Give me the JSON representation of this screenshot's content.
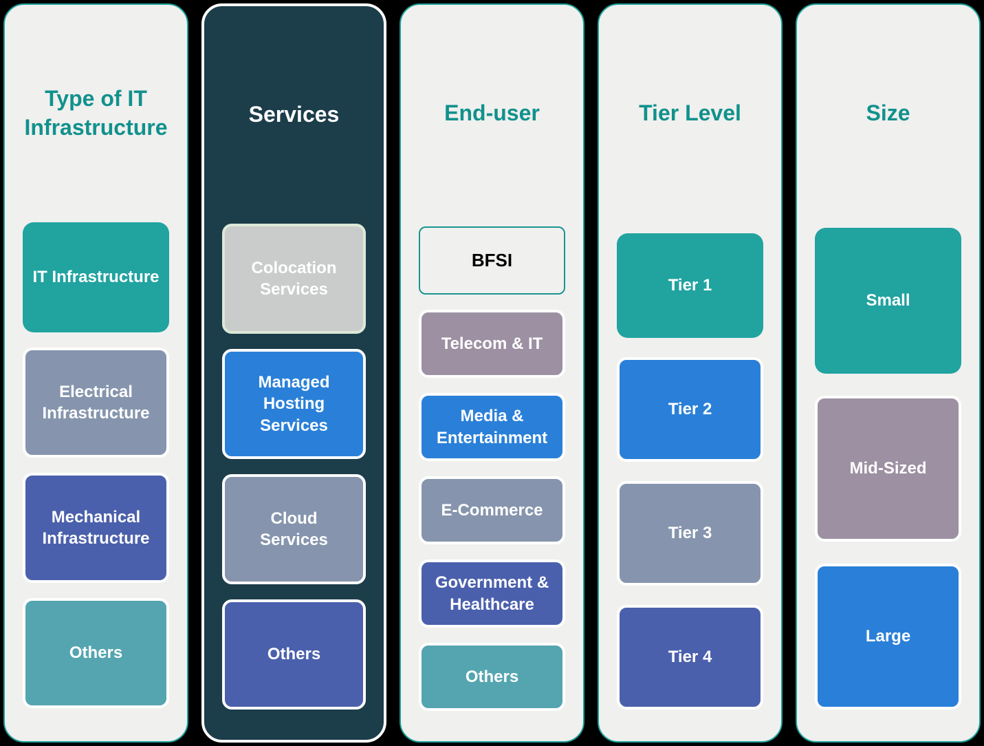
{
  "colors": {
    "page_bg": "#000000",
    "column_bg": "#F0F0EF",
    "column_border": "#1B9E96",
    "dark_column_bg": "#1C3D4A",
    "dark_column_border": "#FFFFFF",
    "title_teal": "#11918C",
    "dark_title": "#FFFFFF",
    "box_text": "#FFFFFF",
    "box_ring": "#FFFFFF",
    "teal": "#21A3A0",
    "blue": "#2A80D8",
    "gray_blue": "#8695AD",
    "indigo": "#4B60AC",
    "cyan": "#54A5AF",
    "mauve": "#9C90A2",
    "light_gray": "#C9CCCB",
    "light_gray_border": "#DCE9D6",
    "bfsi_border": "#18968F",
    "bfsi_text": "#000000"
  },
  "columns": [
    {
      "title": "Type of IT Infrastructure",
      "items": [
        {
          "label": "IT Infrastructure",
          "color": "teal"
        },
        {
          "label": "Electrical Infrastructure",
          "color": "gray_blue"
        },
        {
          "label": "Mechanical Infrastructure",
          "color": "indigo"
        },
        {
          "label": "Others",
          "color": "cyan"
        }
      ]
    },
    {
      "title": "Services",
      "items": [
        {
          "label": "Colocation Services",
          "color": "light_gray"
        },
        {
          "label": "Managed Hosting Services",
          "color": "blue"
        },
        {
          "label": "Cloud Services",
          "color": "gray_blue"
        },
        {
          "label": "Others",
          "color": "indigo"
        }
      ]
    },
    {
      "title": "End-user",
      "items": [
        {
          "label": "BFSI",
          "color": "transparent"
        },
        {
          "label": "Telecom & IT",
          "color": "mauve"
        },
        {
          "label": "Media & Entertainment",
          "color": "blue"
        },
        {
          "label": "E-Commerce",
          "color": "gray_blue"
        },
        {
          "label": "Government & Healthcare",
          "color": "indigo"
        },
        {
          "label": "Others",
          "color": "cyan"
        }
      ]
    },
    {
      "title": "Tier Level",
      "items": [
        {
          "label": "Tier 1",
          "color": "teal"
        },
        {
          "label": "Tier 2",
          "color": "blue"
        },
        {
          "label": "Tier 3",
          "color": "gray_blue"
        },
        {
          "label": "Tier 4",
          "color": "indigo"
        }
      ]
    },
    {
      "title": "Size",
      "items": [
        {
          "label": "Small",
          "color": "teal"
        },
        {
          "label": "Mid-Sized",
          "color": "mauve"
        },
        {
          "label": "Large",
          "color": "blue"
        }
      ]
    }
  ]
}
